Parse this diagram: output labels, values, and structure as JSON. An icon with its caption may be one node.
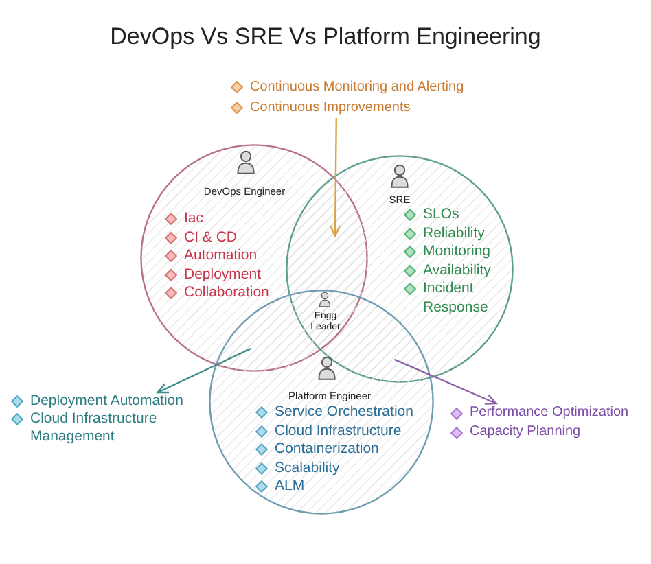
{
  "diagram": {
    "title": "DevOps Vs SRE Vs Platform Engineering",
    "nodes": [
      {
        "text": [
          "Continuous Monitoring and Alerting",
          "Continuous Improvements"
        ]
      },
      {
        "text": [
          "DevOps Engineer",
          "Iac",
          "CI & CD",
          "Automation",
          "Deployment",
          "Collaboration"
        ]
      },
      {
        "text": [
          "SRE",
          "SLOs",
          "Reliability",
          "Monitoring",
          "Availability",
          "Incident Response"
        ]
      },
      {
        "text": [
          "Platform Engineer",
          "Service Orchestration",
          "Cloud Infrastructure",
          "Containerization",
          "Scalability",
          "ALM"
        ]
      },
      {
        "text": [
          "Deployment Automation",
          "Cloud Infrastructure Management"
        ]
      },
      {
        "text": [
          "Performance Optimization",
          "Capacity Planning"
        ]
      }
    ],
    "edges": [
      {
        "from": 0,
        "to": 1,
        "arrow": "to",
        "color": "#d9a441"
      },
      {
        "from": 0,
        "to": 2,
        "arrow": "to",
        "color": "#d9a441"
      },
      {
        "from": 1,
        "to": 4,
        "arrow": "to",
        "color": "#3f8b8b"
      },
      {
        "from": 3,
        "to": 4,
        "arrow": "to",
        "color": "#3f8b8b"
      },
      {
        "from": 2,
        "to": 5,
        "arrow": "to",
        "color": "#8d62a8"
      },
      {
        "from": 3,
        "to": 5,
        "arrow": "to",
        "color": "#8d62a8"
      }
    ],
    "labels": [
      "Engg Leader"
    ]
  }
}
